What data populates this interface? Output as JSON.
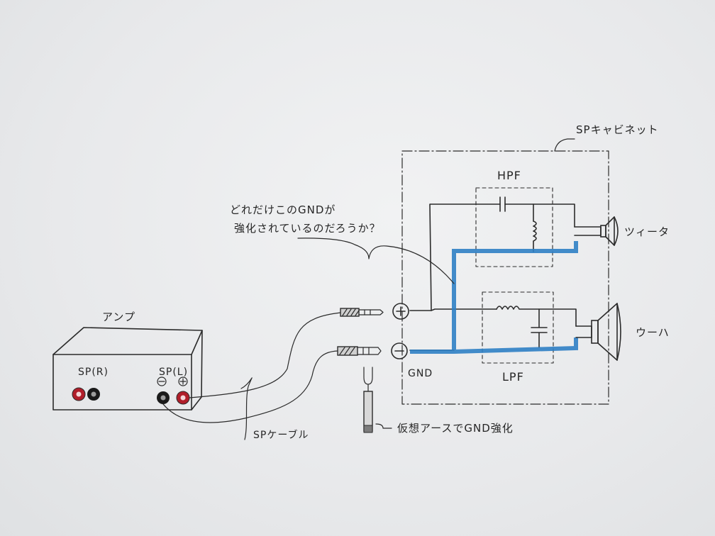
{
  "labels": {
    "amp": "アンプ",
    "sp_r": "SP(R)",
    "sp_l": "SP(L)",
    "sp_cable": "SPケーブル",
    "cabinet": "SPキャビネット",
    "hpf": "HPF",
    "lpf": "LPF",
    "tweeter": "ツィータ",
    "woofer": "ウーハ",
    "gnd": "GND",
    "virtual_earth": "仮想アースでGND強化",
    "question_line1": "どれだけこのGNDが",
    "question_line2": "強化されているのだろうか？"
  },
  "colors": {
    "ink": "#2b2b2b",
    "gnd_highlight": "#2f7fc4",
    "terminal_red": "#b01e2a",
    "terminal_black": "#1a1a1a"
  }
}
